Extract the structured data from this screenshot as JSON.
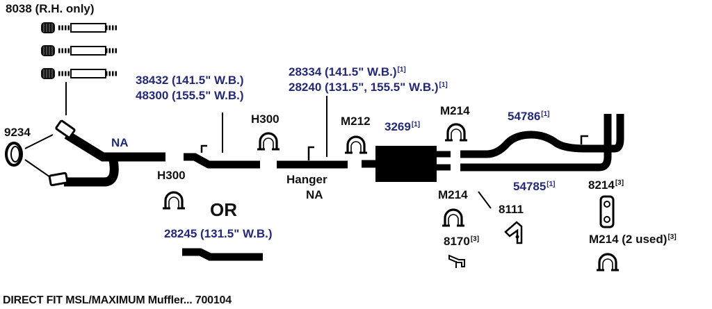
{
  "colors": {
    "part_number_blue": "#22287a",
    "text_black": "#111111",
    "pipe": "#000000"
  },
  "labels": {
    "part_8038": "8038 (R.H. only)",
    "part_9234": "9234",
    "na_pipe": "NA",
    "part_38432": "38432 (141.5\" W.B.)",
    "part_48300": "48300 (155.5\" W.B.)",
    "part_28334": "28334 (141.5\" W.B.)",
    "part_28334_note": "[1]",
    "part_28240": "28240 (131.5\", 155.5\" W.B.)",
    "part_28240_note": "[1]",
    "h300_top": "H300",
    "h300_left": "H300",
    "m212": "M212",
    "part_3269": "3269",
    "part_3269_note": "[1]",
    "m214_top": "M214",
    "part_54786": "54786",
    "part_54786_note": "[1]",
    "hanger": "Hanger",
    "hanger_na": "NA",
    "or_text": "OR",
    "part_28245": "28245 (131.5\" W.B.)",
    "m214_lower": "M214",
    "part_54785": "54785",
    "part_54785_note": "[1]",
    "part_8214": "8214",
    "part_8214_note": "[3]",
    "part_8111": "8111",
    "part_8170": "8170",
    "part_8170_note": "[3]",
    "m214_2used": "M214 (2 used)",
    "m214_2used_note": "[3]"
  },
  "footer": {
    "caption": "DIRECT FIT MSL/MAXIMUM Muffler... 700104"
  }
}
